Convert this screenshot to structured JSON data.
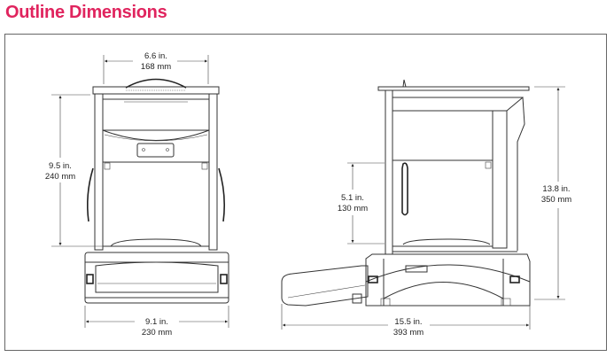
{
  "title": "Outline Dimensions",
  "front_view": {
    "width_top": {
      "in": "6.6 in.",
      "mm": "168 mm"
    },
    "chamber_height": {
      "in": "9.5 in.",
      "mm": "240 mm"
    },
    "width_base": {
      "in": "9.1 in.",
      "mm": "230 mm"
    }
  },
  "side_view": {
    "chamber_height": {
      "in": "5.1 in.",
      "mm": "130 mm"
    },
    "overall_height": {
      "in": "13.8 in.",
      "mm": "350 mm"
    },
    "overall_depth": {
      "in": "15.5 in.",
      "mm": "393 mm"
    }
  }
}
